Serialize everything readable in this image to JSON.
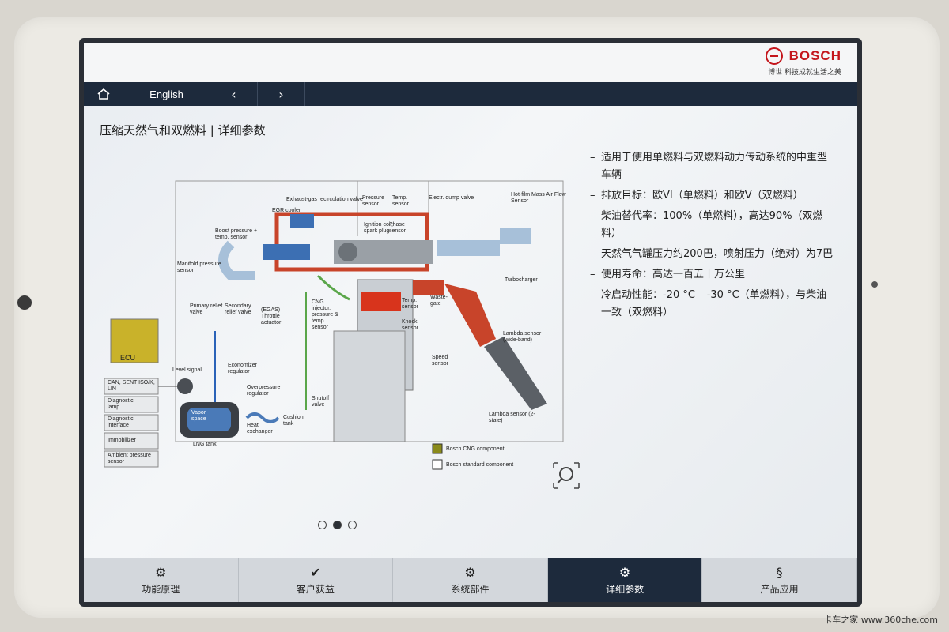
{
  "brand": {
    "name": "BOSCH",
    "tagline": "博世 科技成就生活之美"
  },
  "nav": {
    "home_icon": "home-icon",
    "language": "English",
    "prev": "‹",
    "next": "›"
  },
  "page_title": "压缩天然气和双燃料 | 详细参数",
  "diagram": {
    "labels": {
      "egr_valve": "Exhaust-gas recirculation valve",
      "pressure_sensor": "Pressure sensor",
      "temp_sensor": "Temp. sensor",
      "electr_dump": "Electr. dump valve",
      "hotfilm": "Hot-film Mass Air Flow Sensor",
      "egr_cooler": "EGR cooler",
      "boost": "Boost pressure + temp. sensor",
      "ignition": "Ignition coil, spark plug",
      "phase": "Phase sensor",
      "manifold": "Manifold pressure sensor",
      "turbo": "Turbocharger",
      "primary_relief": "Primary relief valve",
      "secondary_relief": "Secondary relief valve",
      "egas": "(EGAS) Throttle actuator",
      "cng_injector": "CNG injector, pressure & temp. sensor",
      "temp_sensor2": "Temp. sensor",
      "wastegate": "Waste-gate",
      "knock": "Knock sensor",
      "lambda_wide": "Lambda sensor (wide-band)",
      "ecu": "ECU",
      "can": "CAN, SENT ISO/K, LIN",
      "diag_lamp": "Diagnostic lamp",
      "diag_iface": "Diagnostic interface",
      "immobilizer": "Immobilizer",
      "ambient": "Ambient pressure sensor",
      "level": "Level signal",
      "economizer": "Economizer regulator",
      "overpressure": "Overpressure regulator",
      "vapor": "Vapor space",
      "lng_tank": "LNG tank",
      "heat_ex": "Heat exchanger",
      "cushion": "Cushion tank",
      "shutoff": "Shutoff valve",
      "speed": "Speed sensor",
      "lambda_2": "Lambda sensor (2-state)"
    },
    "legend": [
      {
        "label": "Bosch CNG component",
        "color": "#8a8a1a"
      },
      {
        "label": "Bosch standard component",
        "color": "#ffffff"
      }
    ]
  },
  "bullets": [
    "适用于使用单燃料与双燃料动力传动系统的中重型车辆",
    "排放目标：欧VI（单燃料）和欧V（双燃料）",
    "柴油替代率：100%（单燃料），高达90%（双燃料）",
    "天然气气罐压力约200巴，喷射压力（绝对）为7巴",
    "使用寿命：高达一百五十万公里",
    "冷启动性能：-20 °C – -30 °C（单燃料），与柴油一致（双燃料）"
  ],
  "pager": {
    "total": 3,
    "active": 2
  },
  "tabs": [
    {
      "label": "功能原理",
      "icon": "gears-icon"
    },
    {
      "label": "客户获益",
      "icon": "person-check-icon"
    },
    {
      "label": "系统部件",
      "icon": "gear-box-icon"
    },
    {
      "label": "详细参数",
      "icon": "gear-doc-icon",
      "active": true
    },
    {
      "label": "产品应用",
      "icon": "section-icon"
    }
  ],
  "watermark": "卡车之家 www.360che.com"
}
